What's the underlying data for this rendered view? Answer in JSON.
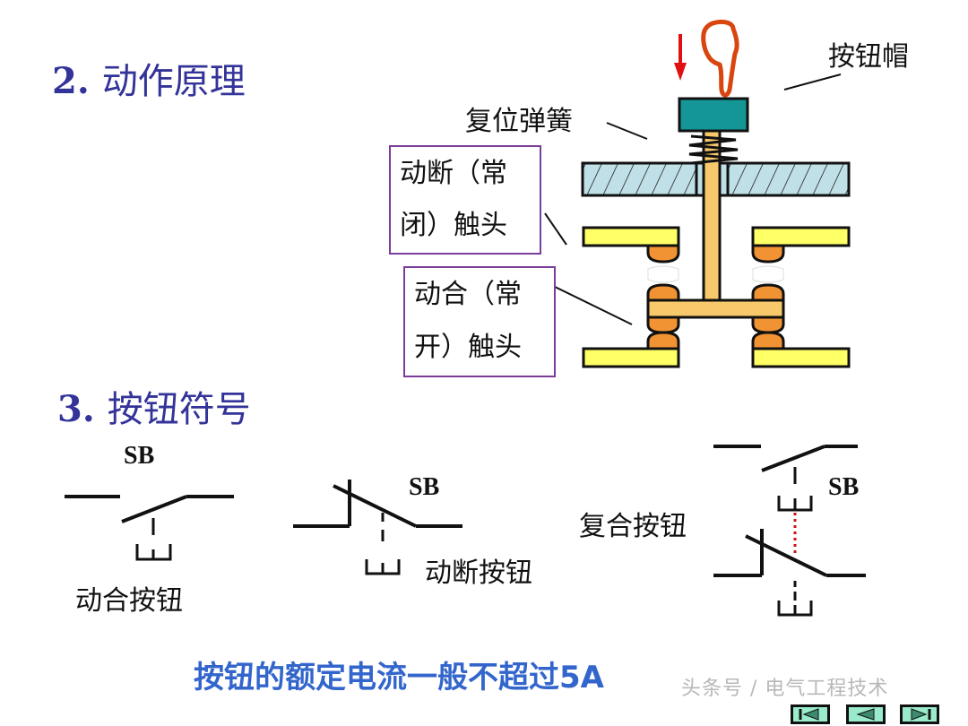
{
  "sections": {
    "principle": {
      "number": "2.",
      "title": "动作原理"
    },
    "symbol": {
      "number": "3.",
      "title": "按钮符号"
    }
  },
  "diagram_labels": {
    "button_cap": "按钮帽",
    "reset_spring": "复位弹簧",
    "nc_contact": {
      "line1": "动断（常",
      "line2": "闭）触头"
    },
    "no_contact": {
      "line1": "动合（常",
      "line2": "开）触头"
    }
  },
  "symbols": {
    "no_button": {
      "code": "SB",
      "name": "动合按钮"
    },
    "nc_button": {
      "code": "SB",
      "name": "动断按钮"
    },
    "compound_button": {
      "code": "SB",
      "name": "复合按钮"
    }
  },
  "note": "按钮的额定电流一般不超过5A",
  "watermark": "头条号 / 电气工程技术",
  "nav": [
    {
      "icon": "first-slide-icon"
    },
    {
      "icon": "previous-slide-icon"
    },
    {
      "icon": "next-slide-icon"
    }
  ],
  "colors": {
    "heading": "#333399",
    "note": "#3366cc",
    "cap": "#149696",
    "plate": "#bfe0e6",
    "rod": "#f7c96a",
    "contact_bar": "#ffff66",
    "contact_tip": "#f29333",
    "hand": "#d9450f",
    "arrow": "#e01010",
    "box_border": "#7a3d9a",
    "linkage": "#cc1111",
    "nav_button": "#99ebcc"
  }
}
